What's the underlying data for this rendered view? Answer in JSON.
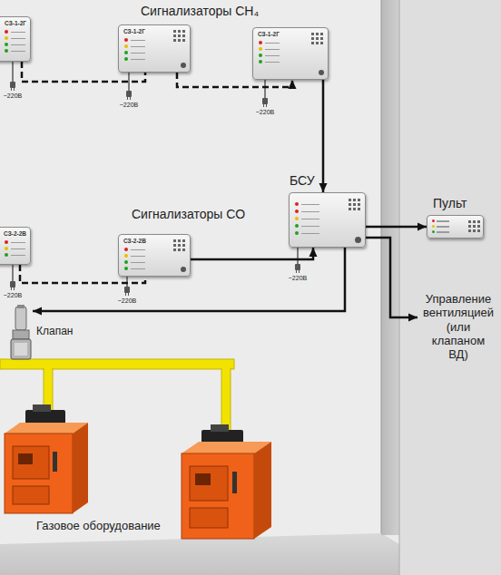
{
  "diagram": {
    "nodes": [
      {
        "text": [
          "СЗ-1-2Г"
        ]
      },
      {
        "text": [
          "СЗ-1-2Г"
        ]
      },
      {
        "text": [
          "СЗ-1-2Г"
        ]
      },
      {
        "text": [
          "СЗ-2-2В"
        ]
      },
      {
        "text": [
          "СЗ-2-2В"
        ]
      },
      {
        "text": [
          "БСУ"
        ]
      },
      {
        "text": [
          "Пульт"
        ]
      },
      {
        "text": [
          "Клапан"
        ]
      },
      {
        "text": [
          "Управление вентиляцией (или клапаном ВД)"
        ]
      }
    ],
    "edges": [
      {
        "from": 0,
        "to": 1,
        "arrow": "none"
      },
      {
        "from": 1,
        "to": 2,
        "arrow": "to"
      },
      {
        "from": 2,
        "to": 5,
        "arrow": "to"
      },
      {
        "from": 3,
        "to": 4,
        "arrow": "none"
      },
      {
        "from": 4,
        "to": 5,
        "arrow": "to"
      },
      {
        "from": 5,
        "to": 7,
        "arrow": "to"
      },
      {
        "from": 5,
        "to": 6,
        "arrow": "to"
      },
      {
        "from": 5,
        "to": 8,
        "arrow": "to"
      }
    ],
    "labels": [
      "Сигнализаторы CH₄",
      "~220В",
      "~220В",
      "~220В",
      "Сигнализаторы CO",
      "~220В",
      "~220В",
      "~220В",
      "Газовое оборудование"
    ]
  }
}
